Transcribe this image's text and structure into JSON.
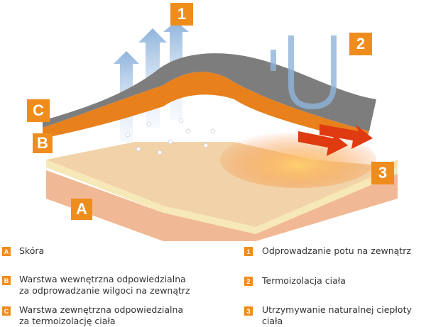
{
  "badges": {
    "one": "1",
    "two": "2",
    "three": "3",
    "a": "A",
    "b": "B",
    "c": "C"
  },
  "legend_left": [
    {
      "key": "A",
      "lines": [
        "Skóra"
      ]
    },
    {
      "key": "B",
      "lines": [
        "Warstwa wewnętrzna odpowiedzialna",
        "za odprowadzanie wilgoci na zewnątrz"
      ]
    },
    {
      "key": "C",
      "lines": [
        "Warstwa zewnętrzna odpowiedzialna",
        "za termoizolację ciała"
      ]
    }
  ],
  "legend_right": [
    {
      "key": "1",
      "text": "Odprowadzanie potu na zewnątrz"
    },
    {
      "key": "2",
      "text": "Termoizolacja ciała"
    },
    {
      "key": "3",
      "text": "Utrzymywanie naturalnej ciepłoty ciała"
    }
  ],
  "colors": {
    "accent": "#ef8d1c",
    "fabric": "#7a7a7a",
    "skin": "#f2c49c"
  }
}
